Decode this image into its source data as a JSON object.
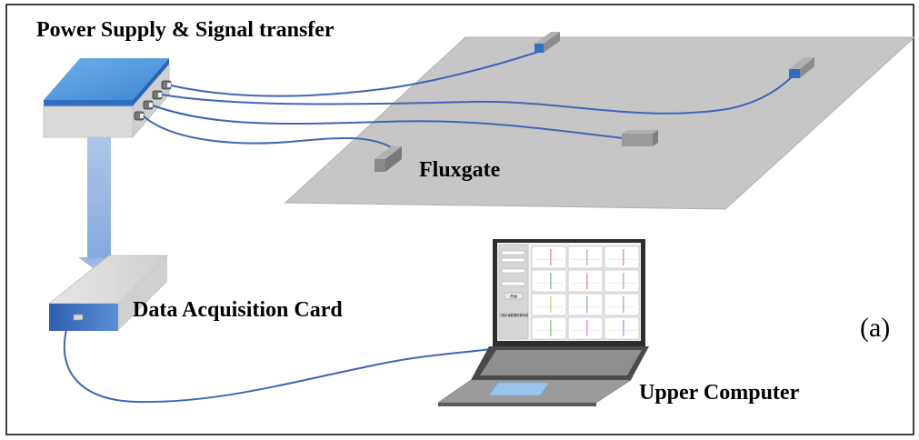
{
  "labels": {
    "power_supply": "Power Supply & Signal transfer",
    "fluxgate": "Fluxgate",
    "daq_card": "Data Acquisition Card",
    "upper_computer": "Upper Computer",
    "panel_tag": "(a)"
  },
  "colors": {
    "border": "#000000",
    "plate": "#c6c6c6",
    "plate_edge": "#9a9a9a",
    "box_top_blue": "#4d8fd6",
    "box_side_blue": "#2f5fae",
    "box_gray": "#d9d9d9",
    "cable_blue": "#3d66b8",
    "sensor_gray": "#8c8c8c",
    "laptop_dark": "#4a4a4a",
    "laptop_gray": "#9b9b9b",
    "touchpad_blue": "#9cc3ea"
  },
  "laptop_screen": {
    "sidebar_button": "开始",
    "sidebar_status": "三轴大量数据采集系统"
  }
}
